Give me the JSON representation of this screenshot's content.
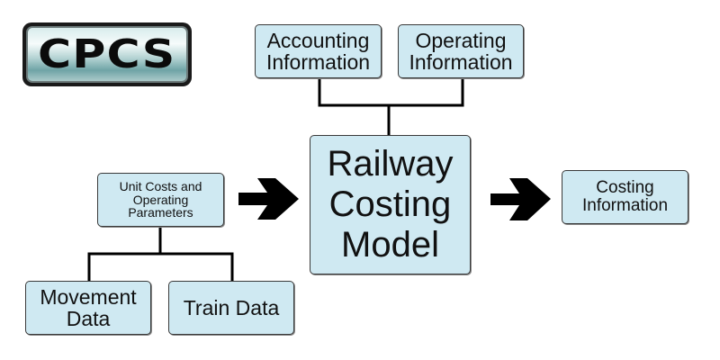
{
  "logo": {
    "text": "CPCS"
  },
  "nodes": {
    "accounting": "Accounting\nInformation",
    "operating": "Operating\nInformation",
    "unit_costs": "Unit Costs and\nOperating\nParameters",
    "railway_model": "Railway\nCosting\nModel",
    "costing_info": "Costing\nInformation",
    "movement": "Movement\nData",
    "train": "Train Data"
  },
  "colors": {
    "box_fill": "#cfe9f2",
    "box_border": "#3a3a3a",
    "connector": "#000000"
  },
  "edges": [
    {
      "from": "accounting",
      "to": "railway_model",
      "type": "tree-connector"
    },
    {
      "from": "operating",
      "to": "railway_model",
      "type": "tree-connector"
    },
    {
      "from": "movement",
      "to": "unit_costs",
      "type": "tree-connector"
    },
    {
      "from": "train",
      "to": "unit_costs",
      "type": "tree-connector"
    },
    {
      "from": "unit_costs",
      "to": "railway_model",
      "type": "arrow"
    },
    {
      "from": "railway_model",
      "to": "costing_info",
      "type": "arrow"
    }
  ]
}
